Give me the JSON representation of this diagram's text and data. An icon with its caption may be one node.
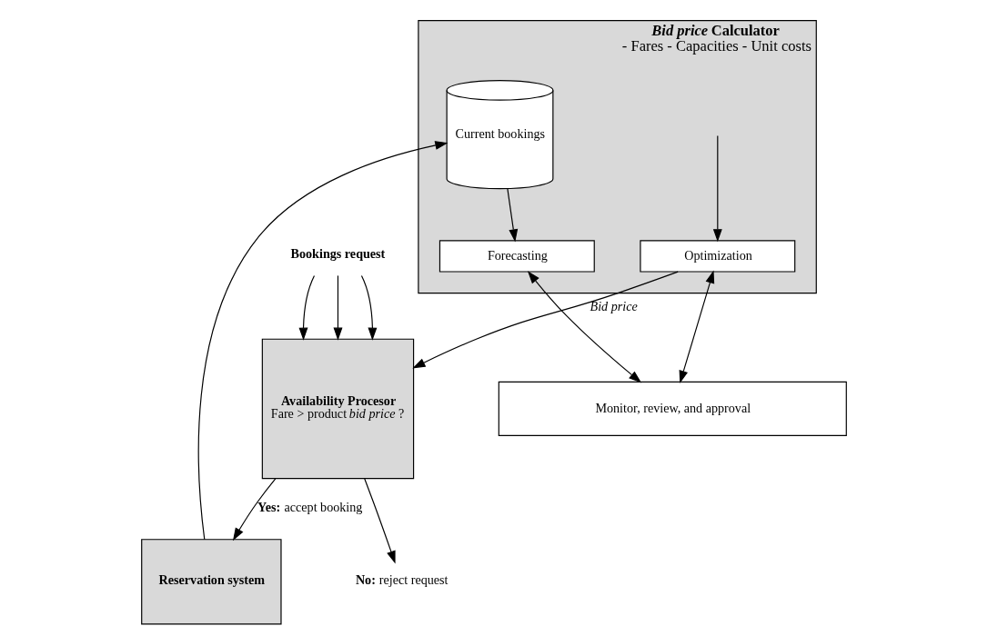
{
  "diagram": {
    "nodes": [
      {
        "text": [
          "Reservation system"
        ]
      },
      {
        "text": [
          "*Bid price* Calculator",
          "- Fares - Capacities - Unit costs"
        ]
      },
      {
        "text": [
          "Current bookings"
        ],
        "in": 1
      },
      {
        "text": [
          "Forecasting"
        ],
        "in": 1
      },
      {
        "text": [
          "Optimization"
        ],
        "in": 1
      },
      {
        "text": [
          "Availability Procesor",
          "Fare > product *bid price* ?"
        ]
      },
      {
        "text": [
          "Monitor, review, and approval"
        ]
      },
      {
        "text": [
          "Bookings request"
        ]
      },
      {
        "text": [
          "**No:** reject request"
        ]
      }
    ],
    "edges": [
      {
        "from": 0,
        "to": 2,
        "arrow": "to"
      },
      {
        "from": 2,
        "to": 3,
        "arrow": "to"
      },
      {
        "from": null,
        "to": 4,
        "arrow": "to"
      },
      {
        "from": 4,
        "to": 5,
        "label": "Bid price",
        "arrow": "to"
      },
      {
        "from": 5,
        "to": 0,
        "label": "**Yes:** accept booking",
        "arrow": "to"
      },
      {
        "from": 7,
        "to": 5,
        "arrow": "to"
      },
      {
        "from": 7,
        "to": 5,
        "arrow": "to"
      },
      {
        "from": 7,
        "to": 5,
        "arrow": "to"
      },
      {
        "from": 5,
        "to": 8,
        "arrow": "to"
      },
      {
        "from": 3,
        "to": 6,
        "arrow": "both"
      },
      {
        "from": 4,
        "to": 6,
        "arrow": "both"
      }
    ]
  }
}
